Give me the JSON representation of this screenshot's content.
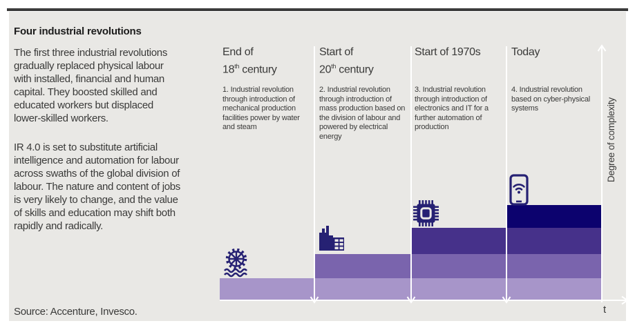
{
  "panel": {
    "title": "Four industrial revolutions",
    "intro_p1": "The first three industrial revolutions gradually replaced physical labour with installed, financial and human capital. They boosted skilled and educated workers but displaced lower-skilled workers.",
    "intro_p2": "IR 4.0 is set to substitute artificial intelligence and automation for labour across swaths of the global division of labour. The nature and content of jobs is very likely to change, and the value of skills and education may shift both rapidly and radically.",
    "source": "Source: Accenture, Invesco."
  },
  "chart_data": {
    "type": "area",
    "subtype": "stepped-cumulative",
    "title": "Four industrial revolutions",
    "xlabel": "t",
    "ylabel": "Degree of complexity",
    "categories": [
      "End of 18th century",
      "Start of 20th century",
      "Start of 1970s",
      "Today"
    ],
    "values": [
      1,
      2,
      3,
      4
    ],
    "value_meaning": "qualitative complexity level, one step added per revolution",
    "legend_position": "none",
    "grid": false,
    "columns": [
      {
        "title_line1": "End of",
        "title_num": "18",
        "title_sup": "th",
        "title_rest": " century",
        "desc": "1. Industrial revolution through introduction of mechanical production facilities power by water and steam",
        "icon": "water-wheel",
        "level": 1
      },
      {
        "title_line1": "Start of",
        "title_num": "20",
        "title_sup": "th",
        "title_rest": " century",
        "desc": "2. Industrial revolution through introduction of mass production based on the division of labour and powered by electrical energy",
        "icon": "factory",
        "level": 2
      },
      {
        "title_line1": "Start of 1970s",
        "title_num": "",
        "title_sup": "",
        "title_rest": "",
        "desc": "3. Industrial revolution through introduction of electronics and IT for a further automation of production",
        "icon": "microchip",
        "level": 3
      },
      {
        "title_line1": "Today",
        "title_num": "",
        "title_sup": "",
        "title_rest": "",
        "desc": "4. Industrial revolution based on cyber-physical systems",
        "icon": "smart-device",
        "level": 4
      }
    ],
    "colors": {
      "level1": "#a795c9",
      "level2": "#7a64ad",
      "level3": "#46318a",
      "level4": "#0c026e",
      "icon": "#262173",
      "axis": "#ffffff",
      "text": "#3a3a39",
      "panel_bg": "#e9e8e5"
    }
  }
}
